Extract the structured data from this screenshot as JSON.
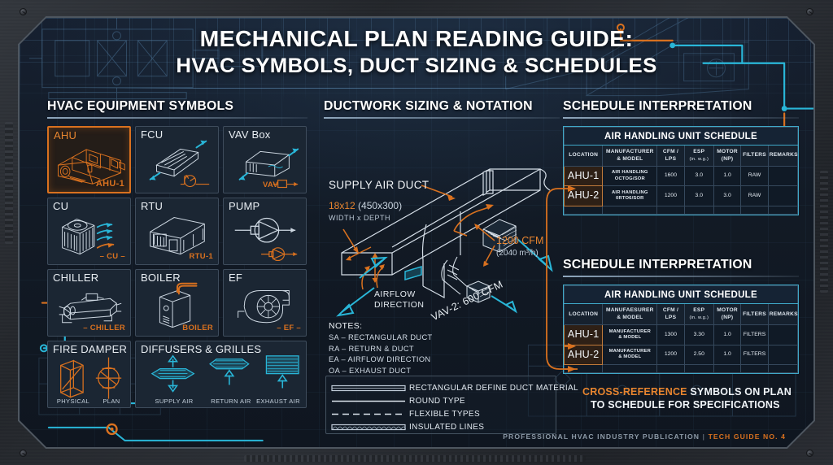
{
  "header": {
    "line1": "MECHANICAL PLAN READING GUIDE:",
    "line2": "HVAC SYMBOLS, DUCT SIZING & SCHEDULES"
  },
  "colors": {
    "accent_orange": "#d9711f",
    "accent_cyan": "#29b6d8",
    "panel_bg": "#141b24",
    "card_bg": "#1b2633",
    "text_light": "#e9eef3"
  },
  "left": {
    "title": "HVAC EQUIPMENT SYMBOLS",
    "cards": [
      {
        "name": "AHU",
        "tag": "AHU-1",
        "highlighted": true
      },
      {
        "name": "FCU",
        "tag": "",
        "highlighted": false
      },
      {
        "name": "VAV Box",
        "tag": "VAV",
        "highlighted": false
      },
      {
        "name": "CU",
        "tag": "– CU –",
        "highlighted": false
      },
      {
        "name": "RTU",
        "tag": "RTU-1",
        "highlighted": false
      },
      {
        "name": "PUMP",
        "tag": "",
        "highlighted": false
      },
      {
        "name": "CHILLER",
        "tag": "– CHILLER",
        "highlighted": false
      },
      {
        "name": "BOILER",
        "tag": "BOILER",
        "highlighted": false
      },
      {
        "name": "EF",
        "tag": "– EF –",
        "highlighted": false
      }
    ],
    "fire_damper": {
      "title": "FIRE DAMPER",
      "sub_left": "PHYSICAL",
      "sub_right": "PLAN"
    },
    "diffusers": {
      "title": "DIFFUSERS & GRILLES",
      "items": [
        "SUPPLY AIR",
        "RETURN AIR",
        "EXHAUST AIR"
      ]
    }
  },
  "middle": {
    "title": "DUCTWORK SIZING & NOTATION",
    "supply_label": "SUPPLY AIR DUCT",
    "dim_imperial": "18x12",
    "dim_metric": "(450x300)",
    "dim_caption": "WIDTH x DEPTH",
    "cfm_value": "1200 CFM",
    "cfm_metric": "(2040 m³/h)",
    "airflow_label_l1": "AIRFLOW",
    "airflow_label_l2": "DIRECTION",
    "vav_label": "VAV-2: 600 CFM",
    "notes_heading": "NOTES:",
    "notes": [
      "SA – RECTANGULAR DUCT",
      "RA – RETURN & DUCT",
      "EA – AIRFLOW DIRECTION",
      "OA – EXHAUST DUCT"
    ],
    "legend": [
      {
        "style": "rectangular",
        "label": "RECTANGULAR DEFINE DUCT MATERIAL"
      },
      {
        "style": "round",
        "label": "ROUND TYPE"
      },
      {
        "style": "flexible",
        "label": "FLEXIBLE TYPES"
      },
      {
        "style": "insulated",
        "label": "INSULATED LINES"
      }
    ]
  },
  "right": {
    "table1": {
      "section_title": "SCHEDULE INTERPRETATION",
      "caption": "AIR HANDLING UNIT SCHEDULE",
      "headers": [
        {
          "main": "LOCATION",
          "sub": ""
        },
        {
          "main": "MANUFACTURER",
          "sub": "& MODEL"
        },
        {
          "main": "CFM /",
          "sub": "LPS"
        },
        {
          "main": "ESP",
          "sub": "(in. w.g.)"
        },
        {
          "main": "MOTOR",
          "sub": "(NP)"
        },
        {
          "main": "FILTERS",
          "sub": ""
        },
        {
          "main": "REMARKS",
          "sub": ""
        }
      ],
      "rows": [
        {
          "location": "AHU-1",
          "model_l1": "AIR HANDLING",
          "model_l2": "OCTOG/SOR",
          "cfm": "1600",
          "esp": "3.0",
          "motor": "1.0",
          "filters": "RAW",
          "remarks": ""
        },
        {
          "location": "AHU-2",
          "model_l1": "AIR HANDLING",
          "model_l2": "0RTO6/SOR",
          "cfm": "1200",
          "esp": "3.0",
          "motor": "3.0",
          "filters": "RAW",
          "remarks": ""
        }
      ]
    },
    "table2": {
      "section_title": "SCHEDULE INTERPRETATION",
      "caption": "AIR HANDLING UNIT SCHEDULE",
      "headers": [
        {
          "main": "LOCATION",
          "sub": ""
        },
        {
          "main": "MANUFAESURER",
          "sub": "& MODEL"
        },
        {
          "main": "CFM /",
          "sub": "LPS"
        },
        {
          "main": "ESP",
          "sub": "(in. w.g.)"
        },
        {
          "main": "MOTOR",
          "sub": "(NP)"
        },
        {
          "main": "FILTERS",
          "sub": ""
        },
        {
          "main": "REMARKS",
          "sub": ""
        }
      ],
      "rows": [
        {
          "location": "AHU-1",
          "model_l1": "MANUFACTURER",
          "model_l2": "& MODEL",
          "cfm": "1300",
          "esp": "3.30",
          "motor": "1.0",
          "filters": "FILTERS",
          "remarks": ""
        },
        {
          "location": "AHU-2",
          "model_l1": "MANUFACTURER",
          "model_l2": "& MODEL",
          "cfm": "1200",
          "esp": "2.50",
          "motor": "1.0",
          "filters": "FILTERS",
          "remarks": ""
        }
      ]
    },
    "cross_reference": {
      "highlight": "CROSS-REFERENCE",
      "rest": " SYMBOLS ON PLAN",
      "line2": "TO SCHEDULE FOR SPECIFICATIONS"
    }
  },
  "footer": {
    "publication": "PROFESSIONAL HVAC INDUSTRY PUBLICATION",
    "separator": "|",
    "guide": "TECH GUIDE NO. 4"
  }
}
